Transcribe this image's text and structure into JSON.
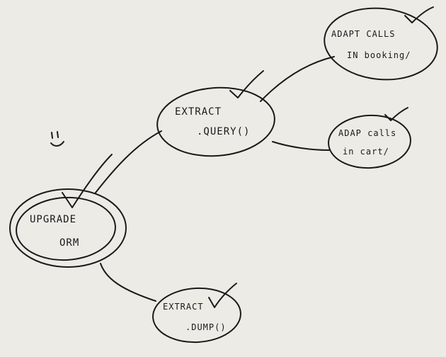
{
  "nodes": {
    "upgrade_orm": {
      "line1": "UPGRADE",
      "line2": "ORM"
    },
    "extract_query": {
      "line1": "EXTRACT",
      "line2": ".QUERY()"
    },
    "extract_dump": {
      "line1": "EXTRACT",
      "line2": ".DUMP()"
    },
    "adapt_booking": {
      "line1": "ADAPT CALLS",
      "line2": "IN booking/"
    },
    "adapt_cart": {
      "line1": "ADAP calls",
      "line2": "in cart/"
    }
  },
  "decoration": {
    "smiley": "smiley-icon",
    "checkmark": "checkmark-icon"
  },
  "colors": {
    "paper": "#ecebe6",
    "ink": "#1a1a1a"
  }
}
